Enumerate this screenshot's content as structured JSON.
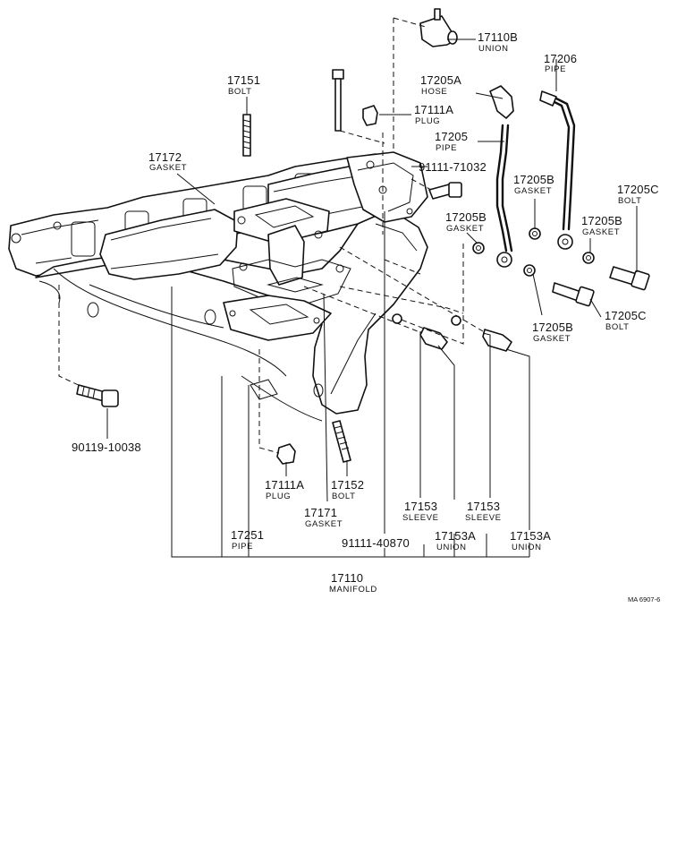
{
  "callouts": {
    "c17110B": {
      "num": "17110B",
      "name": "UNION"
    },
    "c17206": {
      "num": "17206",
      "name": "PIPE"
    },
    "c17151": {
      "num": "17151",
      "name": "BOLT"
    },
    "c17205A": {
      "num": "17205A",
      "name": "HOSE"
    },
    "c17111A_top": {
      "num": "17111A",
      "name": "PLUG"
    },
    "c17205": {
      "num": "17205",
      "name": "PIPE"
    },
    "c17172": {
      "num": "17172",
      "name": "GASKET"
    },
    "c91111_71032": {
      "num": "91111-71032"
    },
    "c17205B_a": {
      "num": "17205B",
      "name": "GASKET"
    },
    "c17205C_top": {
      "num": "17205C",
      "name": "BOLT"
    },
    "c17205B_b": {
      "num": "17205B",
      "name": "GASKET"
    },
    "c17205B_c": {
      "num": "17205B",
      "name": "GASKET"
    },
    "c17205B_d": {
      "num": "17205B",
      "name": "GASKET"
    },
    "c17205C_bottom": {
      "num": "17205C",
      "name": "BOLT"
    },
    "c90119_10038": {
      "num": "90119-10038"
    },
    "c17111A_bottom": {
      "num": "17111A",
      "name": "PLUG"
    },
    "c17152": {
      "num": "17152",
      "name": "BOLT"
    },
    "c17153_a": {
      "num": "17153",
      "name": "SLEEVE"
    },
    "c17153_b": {
      "num": "17153",
      "name": "SLEEVE"
    },
    "c17171": {
      "num": "17171",
      "name": "GASKET"
    },
    "c17251": {
      "num": "17251",
      "name": "PIPE"
    },
    "c91111_40870": {
      "num": "91111-40870"
    },
    "c17153A_a": {
      "num": "17153A",
      "name": "UNION"
    },
    "c17153A_b": {
      "num": "17153A",
      "name": "UNION"
    },
    "c17110": {
      "num": "17110",
      "name": "MANIFOLD"
    }
  },
  "diagram_code": "MA 6907-6"
}
